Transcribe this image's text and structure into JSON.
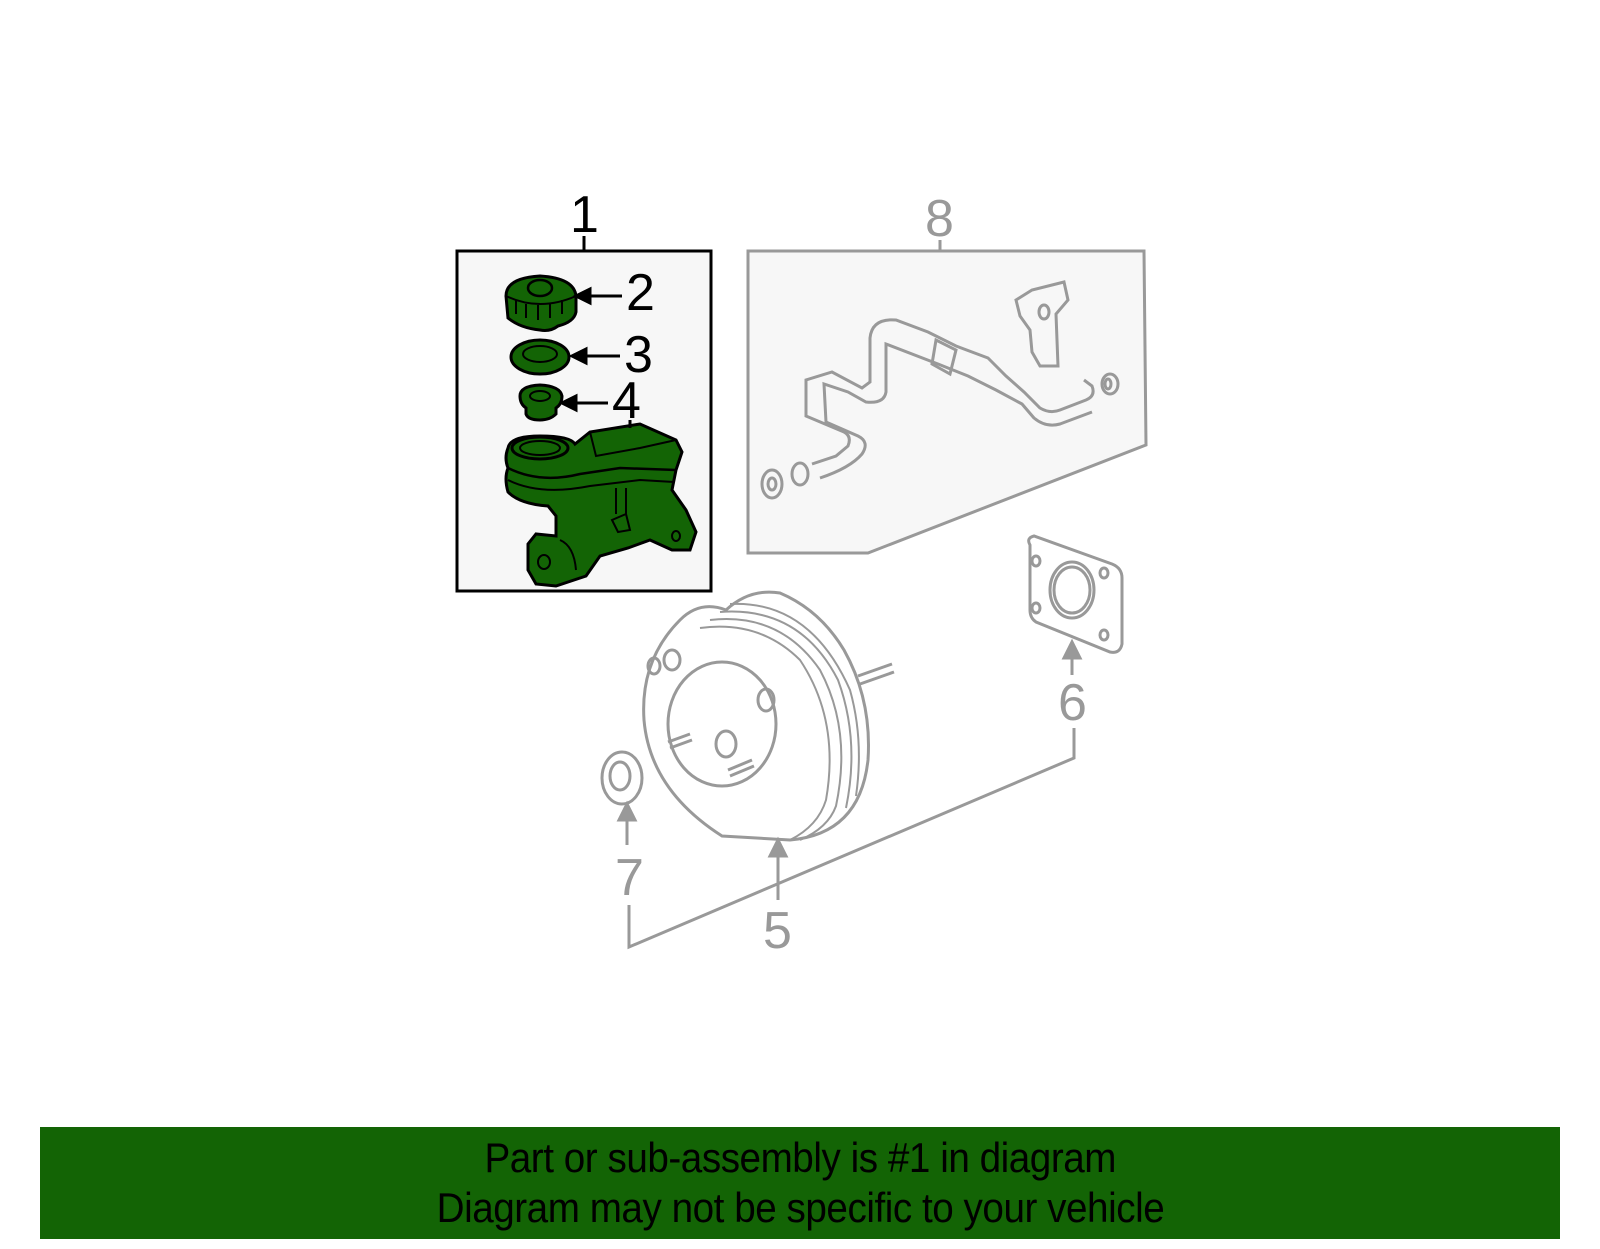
{
  "diagram": {
    "title": "Brake master cylinder & booster parts diagram",
    "colors": {
      "highlight_fill": "#136405",
      "highlight_outline": "#000000",
      "other_outline": "#999999",
      "group_box_fill": "#f7f7f7",
      "banner_bg": "#136405",
      "banner_text": "#000000"
    },
    "callouts": [
      {
        "number": "1",
        "part": "master-cylinder-assembly",
        "highlighted": true
      },
      {
        "number": "2",
        "part": "reservoir-cap",
        "highlighted": true
      },
      {
        "number": "3",
        "part": "cap-seal",
        "highlighted": true
      },
      {
        "number": "4",
        "part": "reservoir-grommet",
        "highlighted": true
      },
      {
        "number": "5",
        "part": "brake-booster",
        "highlighted": false
      },
      {
        "number": "6",
        "part": "booster-gasket",
        "highlighted": false
      },
      {
        "number": "7",
        "part": "seal-washer",
        "highlighted": false
      },
      {
        "number": "8",
        "part": "vacuum-hose-assembly",
        "highlighted": false
      }
    ]
  },
  "banner": {
    "line1": "Part or sub-assembly is #1 in diagram",
    "line2": "Diagram may not be specific to your vehicle"
  }
}
